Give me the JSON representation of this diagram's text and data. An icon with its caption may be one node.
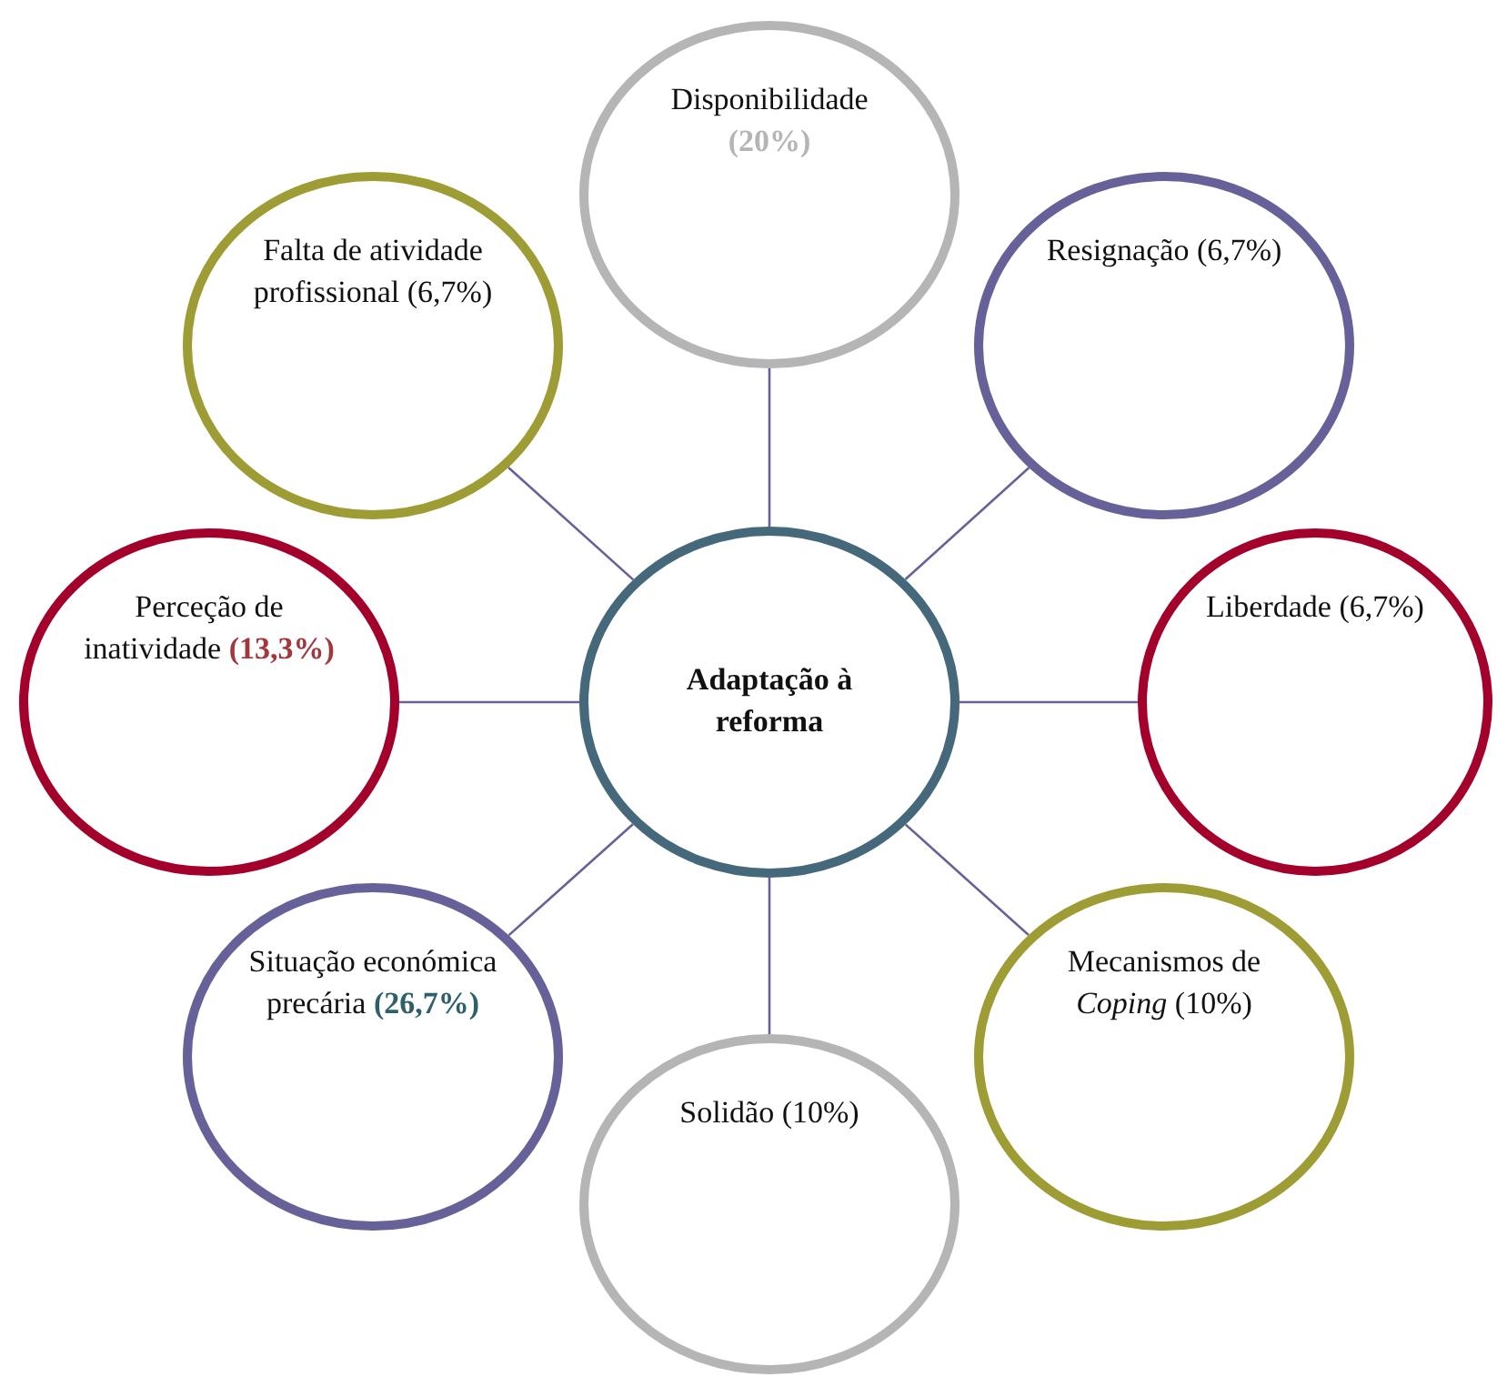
{
  "diagram": {
    "nodes": [
      {
        "text": [
          "Adaptação à reforma"
        ]
      },
      {
        "text": [
          "Disponibilidade **(20%)**"
        ]
      },
      {
        "text": [
          "Resignação (6,7%)"
        ]
      },
      {
        "text": [
          "Liberdade (6,7%)"
        ]
      },
      {
        "text": [
          "Mecanismos de *Coping* (10%)"
        ]
      },
      {
        "text": [
          "Solidão (10%)"
        ]
      },
      {
        "text": [
          "Situação económica precária **(26,7%)**"
        ]
      },
      {
        "text": [
          "Perceção de inatividade **(13,3%)**"
        ]
      },
      {
        "text": [
          "Falta de atividade profissional (6,7%)"
        ]
      }
    ],
    "edges": [
      {
        "from": 0,
        "to": 1,
        "arrow": "none"
      },
      {
        "from": 0,
        "to": 2,
        "arrow": "none"
      },
      {
        "from": 0,
        "to": 3,
        "arrow": "none"
      },
      {
        "from": 0,
        "to": 4,
        "arrow": "none"
      },
      {
        "from": 0,
        "to": 5,
        "arrow": "none"
      },
      {
        "from": 0,
        "to": 6,
        "arrow": "none"
      },
      {
        "from": 0,
        "to": 7,
        "arrow": "none"
      },
      {
        "from": 0,
        "to": 8,
        "arrow": "none"
      }
    ]
  }
}
